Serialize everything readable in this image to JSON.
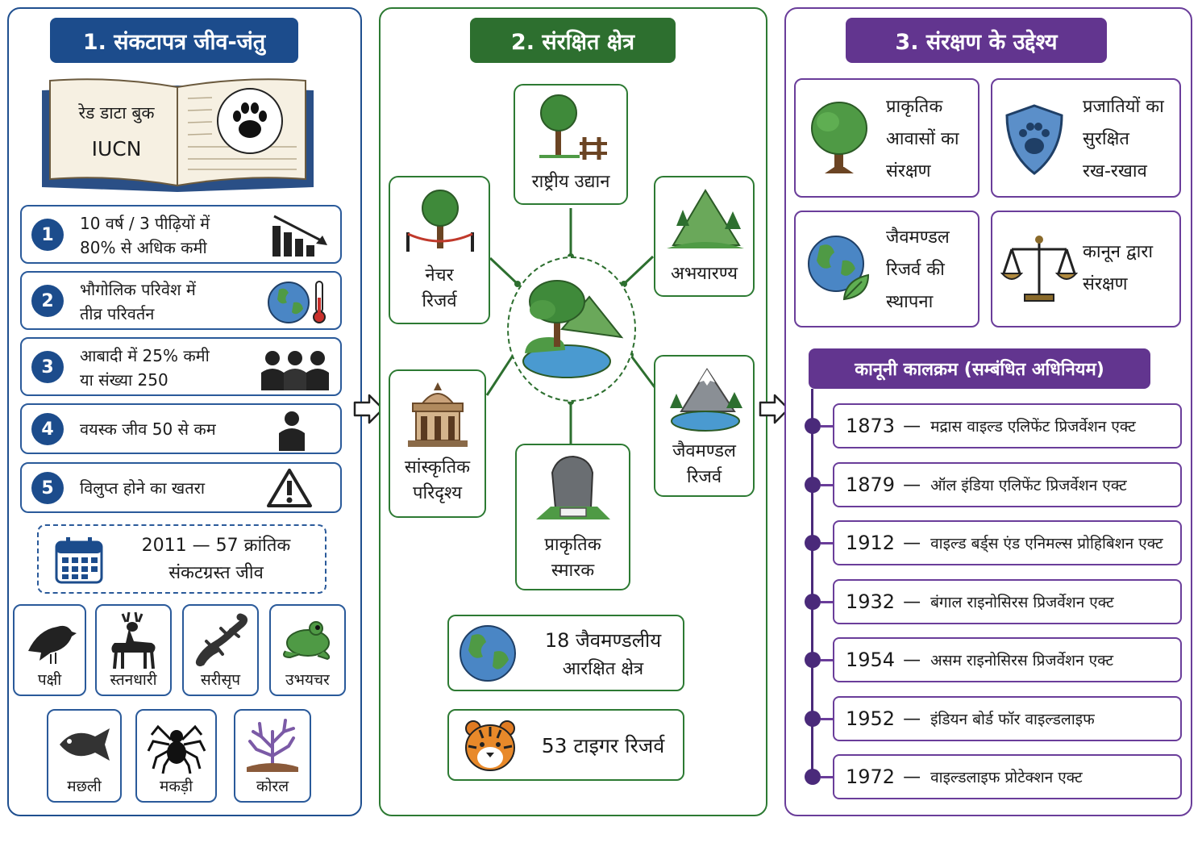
{
  "colors": {
    "blue": "#1c4c8c",
    "green": "#2d6f2f",
    "purple": "#62358f"
  },
  "panel1": {
    "title": "1. संकटापत्र जीव-जंतु",
    "book": {
      "line1": "रेड डाटा बुक",
      "line2": "IUCN",
      "icon": "paw-icon"
    },
    "criteria": [
      {
        "num": "1",
        "line1": "10 वर्ष / 3 पीढ़ियों में",
        "line2": "80% से अधिक कमी",
        "icon": "declining-bars-icon"
      },
      {
        "num": "2",
        "line1": "भौगोलिक परिवेश में",
        "line2": "तीव्र परिवर्तन",
        "icon": "globe-thermometer-icon"
      },
      {
        "num": "3",
        "line1": "आबादी में 25% कमी",
        "line2": "या संख्या 250",
        "icon": "people-group-icon"
      },
      {
        "num": "4",
        "line1": "वयस्क जीव 50 से कम",
        "icon": "person-icon"
      },
      {
        "num": "5",
        "line1": "विलुप्त होने का खतरा",
        "icon": "warning-icon"
      }
    ],
    "year_box": {
      "line1": "2011 — 57 क्रांतिक",
      "line2": "संकटग्रस्त जीव",
      "icon": "calendar-icon"
    },
    "animals": [
      {
        "label": "पक्षी",
        "icon": "bird-icon"
      },
      {
        "label": "स्तनधारी",
        "icon": "deer-icon"
      },
      {
        "label": "सरीसृप",
        "icon": "lizard-icon"
      },
      {
        "label": "उभयचर",
        "icon": "frog-icon"
      },
      {
        "label": "मछली",
        "icon": "fish-icon"
      },
      {
        "label": "मकड़ी",
        "icon": "spider-icon"
      },
      {
        "label": "कोरल",
        "icon": "coral-icon"
      }
    ]
  },
  "panel2": {
    "title": "2. संरक्षित क्षेत्र",
    "nodes": {
      "national_park": "राष्ट्रीय उद्यान",
      "nature_reserve": [
        "नेचर",
        "रिजर्व"
      ],
      "sanctuary": "अभयारण्य",
      "cultural_landscape": [
        "सांस्कृतिक",
        "परिदृश्य"
      ],
      "biosphere_reserve": [
        "जैवमण्डल",
        "रिजर्व"
      ],
      "natural_monument": [
        "प्राकृतिक",
        "स्मारक"
      ]
    },
    "stats": [
      {
        "line1": "18 जैवमण्डलीय",
        "line2": "आरक्षित क्षेत्र",
        "icon": "globe-icon"
      },
      {
        "line1": "53 टाइगर रिजर्व",
        "icon": "tiger-icon"
      }
    ]
  },
  "panel3": {
    "title": "3. संरक्षण के उद्देश्य",
    "goals": [
      {
        "lines": [
          "प्राकृतिक",
          "आवासों का",
          "संरक्षण"
        ],
        "icon": "tree-icon"
      },
      {
        "lines": [
          "प्रजातियों का",
          "सुरक्षित",
          "रख-रखाव"
        ],
        "icon": "shield-paw-icon"
      },
      {
        "lines": [
          "जैवमण्डल",
          "रिजर्व की",
          "स्थापना"
        ],
        "icon": "globe-leaf-icon"
      },
      {
        "lines": [
          "कानून द्वारा",
          "संरक्षण"
        ],
        "icon": "scales-icon"
      }
    ],
    "timeline_title": "कानूनी कालक्रम (सम्बंधित अधिनियम)",
    "timeline": [
      {
        "year": "1873",
        "act": "मद्रास वाइल्ड एलिफेंट प्रिजर्वेशन एक्ट"
      },
      {
        "year": "1879",
        "act": "ऑल इंडिया एलिफेंट प्रिजर्वेशन एक्ट"
      },
      {
        "year": "1912",
        "act": "वाइल्ड बर्ड्स एंड एनिमल्स प्रोहिबिशन एक्ट"
      },
      {
        "year": "1932",
        "act": "बंगाल राइनोसिरस प्रिजर्वेशन एक्ट"
      },
      {
        "year": "1954",
        "act": "असम राइनोसिरस प्रिजर्वेशन एक्ट"
      },
      {
        "year": "1952",
        "act": "इंडियन बोर्ड फॉर वाइल्डलाइफ"
      },
      {
        "year": "1972",
        "act": "वाइल्डलाइफ प्रोटेक्शन एक्ट"
      }
    ]
  }
}
